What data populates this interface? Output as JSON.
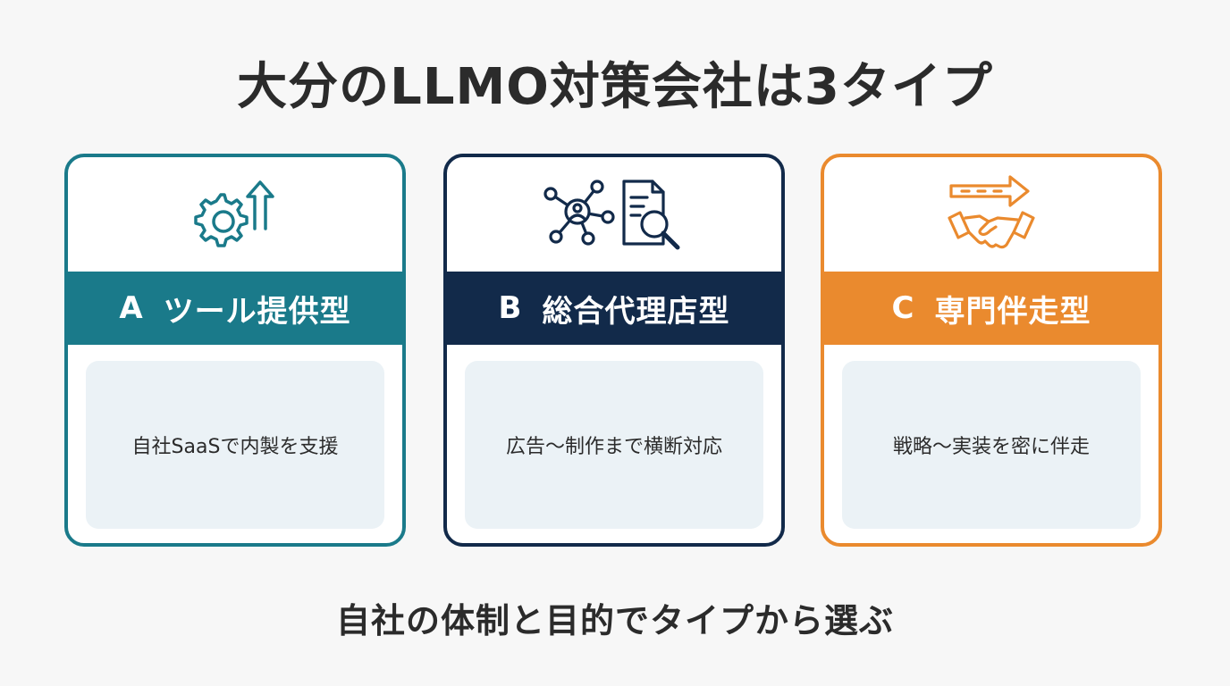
{
  "title": "大分のLLMO対策会社は3タイプ",
  "cards": [
    {
      "letter": "A",
      "name": "ツール提供型",
      "description": "自社SaaSで内製を支援",
      "color": "#1a7a8a",
      "icon": "gear-up-arrow-icon"
    },
    {
      "letter": "B",
      "name": "総合代理店型",
      "description": "広告〜制作まで横断対応",
      "color": "#122a4a",
      "icon": "network-document-search-icon"
    },
    {
      "letter": "C",
      "name": "専門伴走型",
      "description": "戦略〜実装を密に伴走",
      "color": "#ea8a2e",
      "icon": "arrow-handshake-icon"
    }
  ],
  "footer": "自社の体制と目的でタイプから選ぶ"
}
